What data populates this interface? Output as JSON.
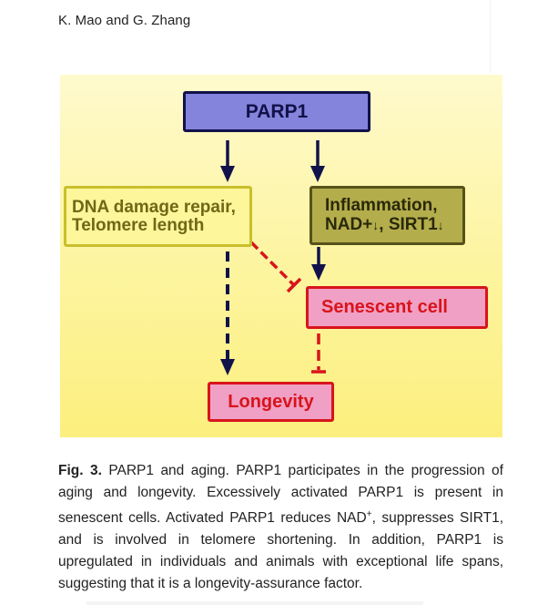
{
  "header": {
    "authors": "K. Mao and G. Zhang"
  },
  "figure": {
    "background_colors": [
      "#fefacd",
      "#fcef7e"
    ],
    "nodes": {
      "parp1": {
        "label": "PARP1",
        "fill": "#8484dc",
        "border": "#12124a"
      },
      "dna_repair": {
        "line1": "DNA damage repair,",
        "line2": "Telomere length",
        "fill": "#fdf69a",
        "border": "#c8bf2c"
      },
      "inflammation": {
        "line1": "Inflammation,",
        "line2_a": "NAD+",
        "line2_b": ", SIRT1",
        "down_arrow": "↓",
        "fill": "#b4ad4c",
        "border": "#56521a"
      },
      "senescent": {
        "label": "Senescent cell",
        "fill": "#f0a0c4",
        "border": "#d8141c"
      },
      "longevity": {
        "label": "Longevity",
        "fill": "#f0a0c4",
        "border": "#d8141c"
      }
    },
    "edges": [
      {
        "from": "PARP1",
        "to": "DNA damage repair, Telomere length",
        "type": "activation",
        "style": "solid",
        "color": "#12124a"
      },
      {
        "from": "PARP1",
        "to": "Inflammation, NAD+↓, SIRT1↓",
        "type": "activation",
        "style": "solid",
        "color": "#12124a"
      },
      {
        "from": "Inflammation, NAD+↓, SIRT1↓",
        "to": "Senescent cell",
        "type": "activation",
        "style": "solid",
        "color": "#12124a"
      },
      {
        "from": "DNA damage repair, Telomere length",
        "to": "Senescent cell",
        "type": "inhibition",
        "style": "dashed",
        "color": "#d8141c"
      },
      {
        "from": "DNA damage repair, Telomere length",
        "to": "Longevity",
        "type": "activation",
        "style": "dashed",
        "color": "#12124a"
      },
      {
        "from": "Senescent cell",
        "to": "Longevity",
        "type": "inhibition",
        "style": "dashed",
        "color": "#d8141c"
      }
    ]
  },
  "caption": {
    "label": "Fig. 3.",
    "text_before_sup": " PARP1 and aging. PARP1 participates in the progression of aging and longevity. Excessively activated PARP1 is present in senescent cells. Activated PARP1 reduces NAD",
    "sup": "+",
    "text_after_sup": ", suppresses SIRT1, and is involved in telomere shortening. In addition, PARP1 is upregulated in individuals and animals with exceptional life spans, suggesting that it is a longevity-assurance factor."
  }
}
